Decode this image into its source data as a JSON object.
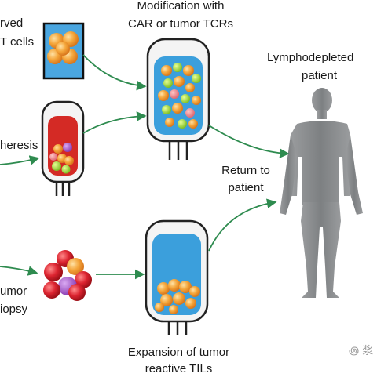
{
  "labels": {
    "preserved_cells": [
      "rved",
      "T cells"
    ],
    "apheresis": "heresis",
    "tumor_biopsy": [
      "umor",
      "iopsy"
    ],
    "modification": [
      "Modification with",
      "CAR or tumor TCRs"
    ],
    "expansion": [
      "Expansion of tumor",
      "reactive TILs"
    ],
    "patient": [
      "Lymphodepleted",
      "patient"
    ],
    "return": [
      "Return to",
      "patient"
    ]
  },
  "watermark": "꩜ 浆",
  "icons": [
    "cell-vial-icon",
    "blood-bag-icon",
    "tumor-cluster-icon",
    "infusion-bag-icon",
    "human-silhouette-icon",
    "arrow-icon"
  ],
  "colors": {
    "arrow": "#2e8b4f",
    "bag_fluid": "#3b9fdc",
    "blood": "#d42a25",
    "cell_orange": "#f3a33b",
    "body": "#8a8c8e",
    "tumor_red": "#d7202b"
  }
}
